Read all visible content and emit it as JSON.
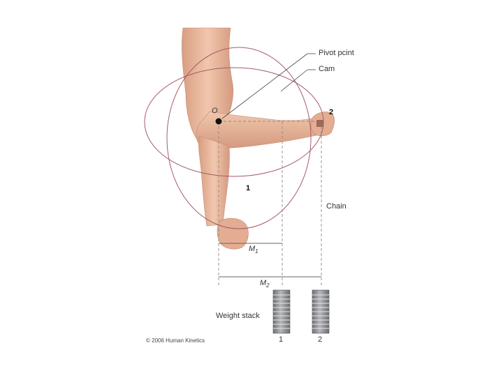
{
  "labels": {
    "pivot_point": "Pivot pcint",
    "cam": "Cam",
    "origin": "O",
    "position_2": "2",
    "position_1": "1",
    "chain": "Chain",
    "m1": "M",
    "m1_sub": "1",
    "m2": "M",
    "m2_sub": "2",
    "weight_stack": "Weight stack",
    "stack_1": "1",
    "stack_2": "2",
    "copyright": "© 2006 Human Kinetics"
  },
  "colors": {
    "cam_outline": "#a65a6a",
    "dashed": "#8a8a8a",
    "skin": "#e9b89c",
    "skin_shade": "#d59a80",
    "weights": "#8e9093",
    "leader": "#444444"
  }
}
